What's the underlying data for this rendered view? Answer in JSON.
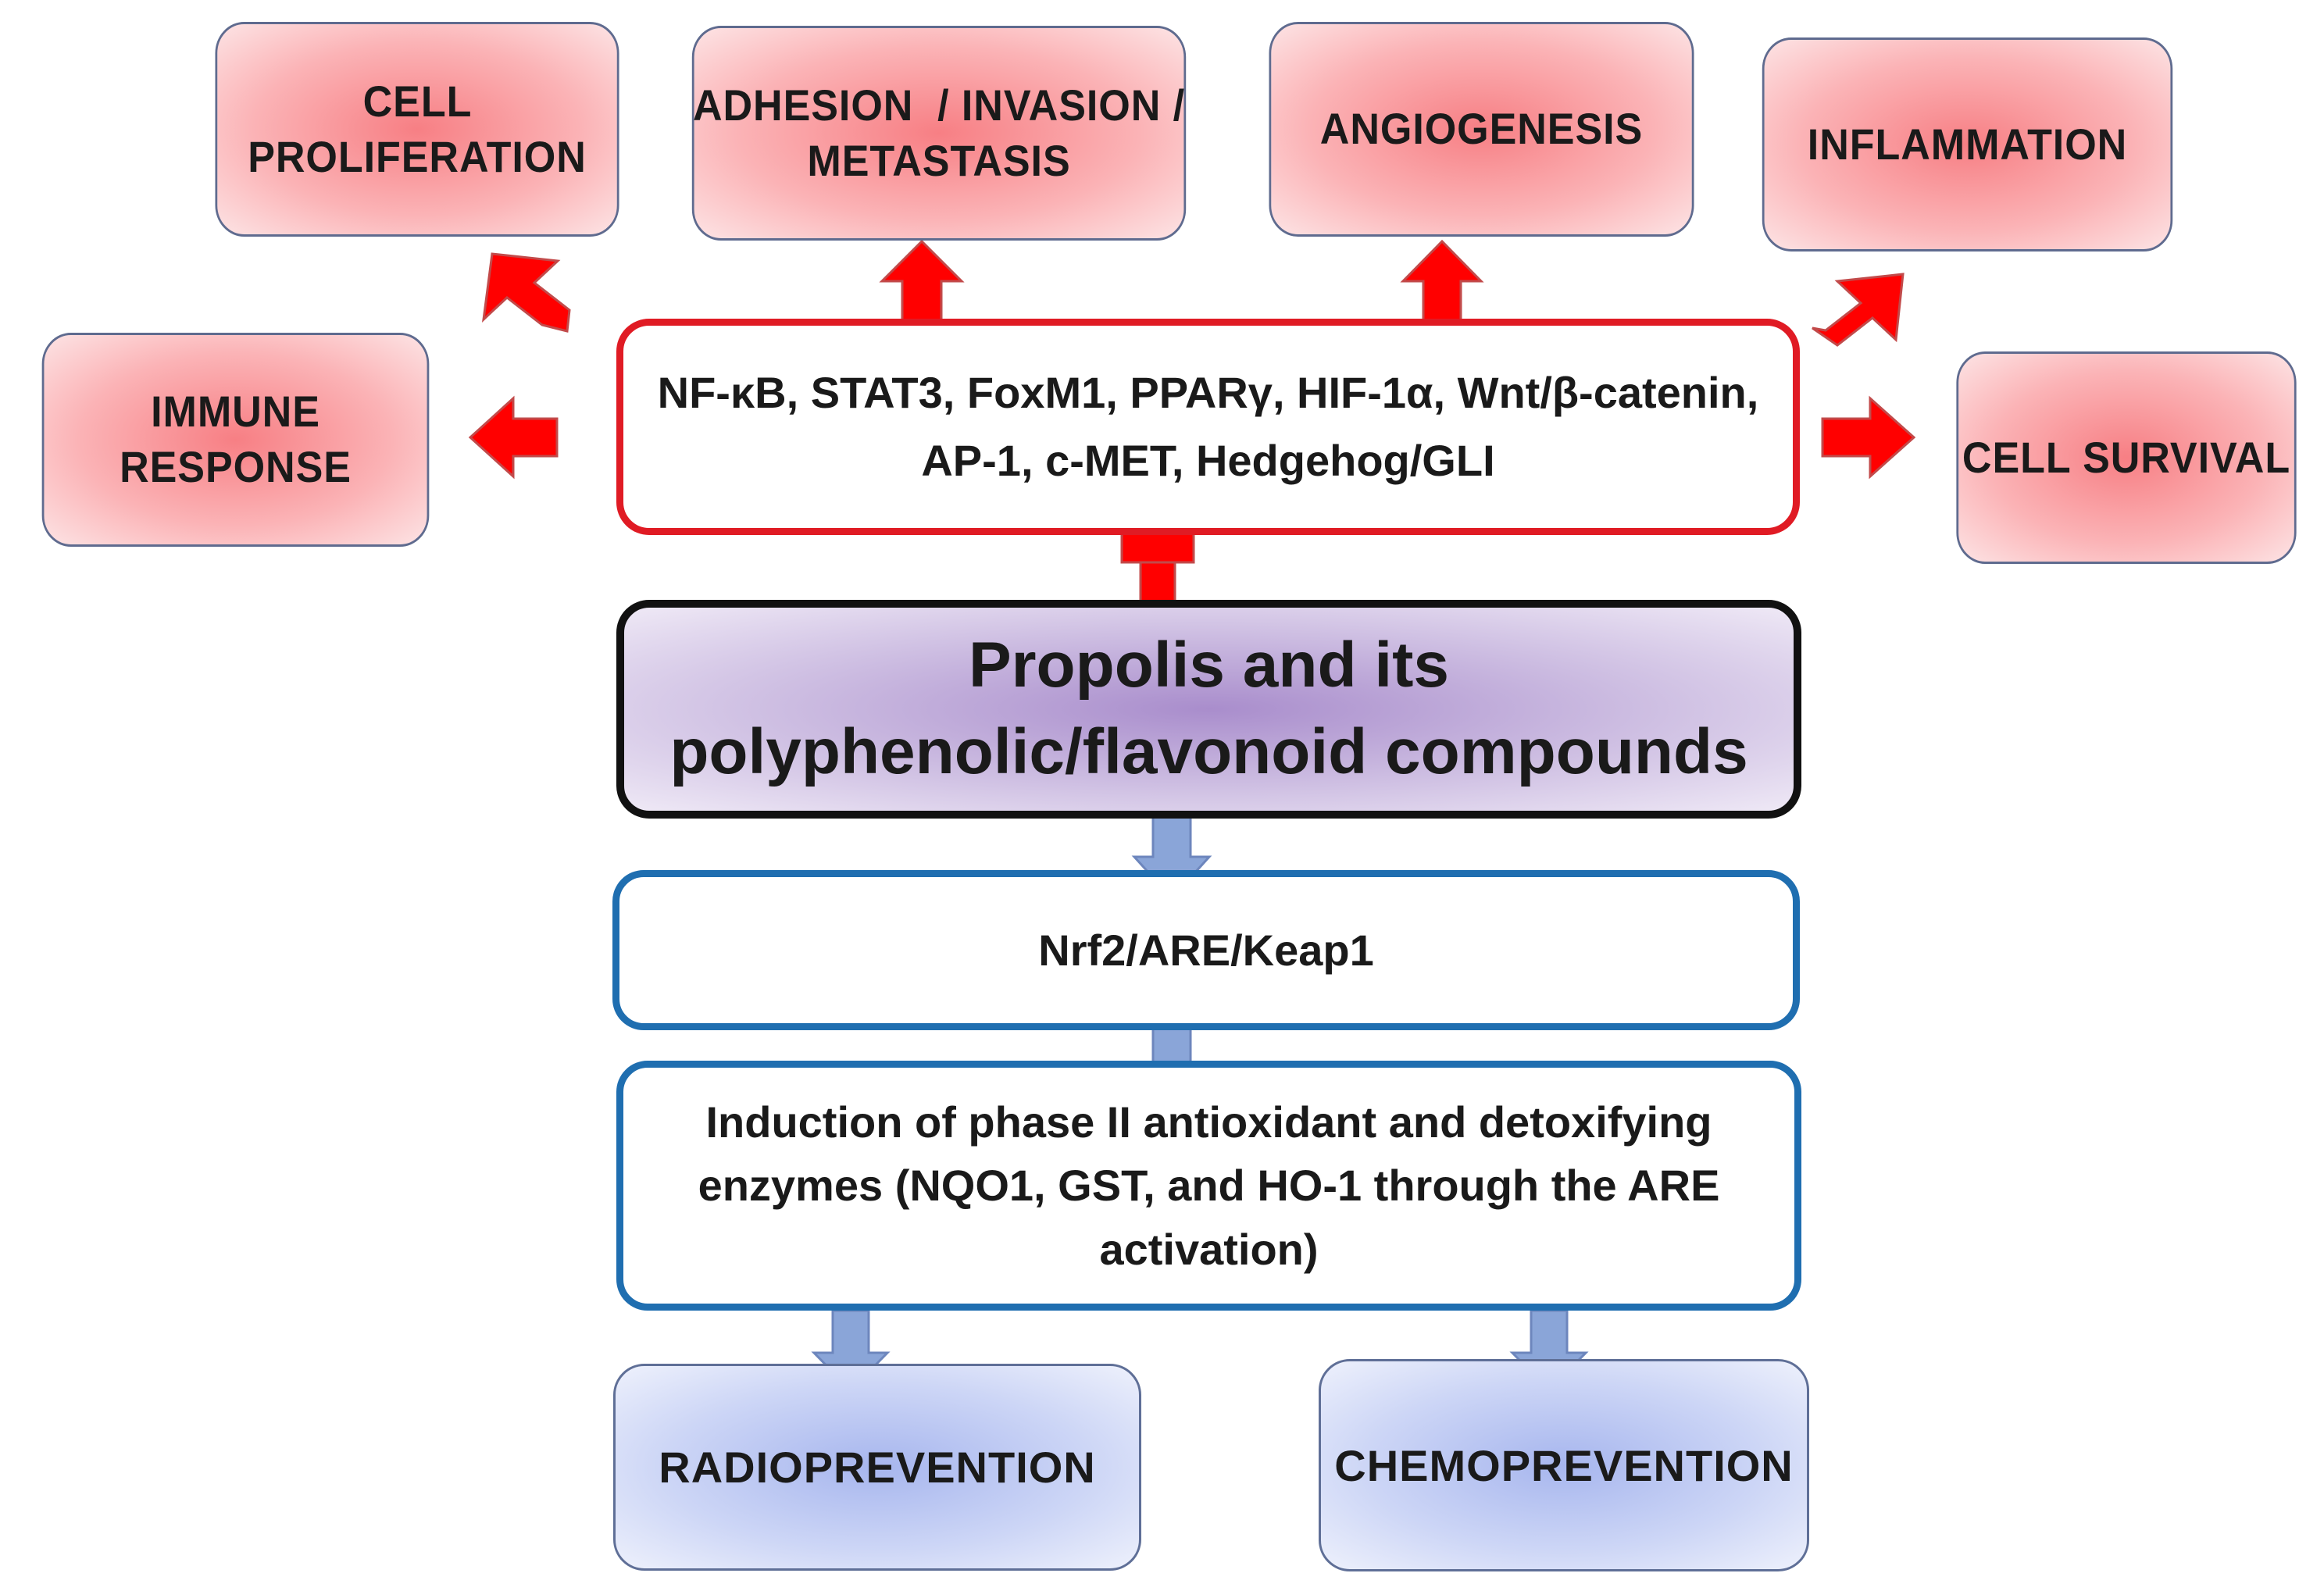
{
  "colors": {
    "activation_arrow": "#ff0000",
    "targets_border": "#e01b24",
    "pathway_border": "#1f6eb0",
    "flow_arrow": "#8aa5d8"
  },
  "effects": {
    "cell_proliferation": [
      "CELL",
      "PROLIFERATION"
    ],
    "adhesion": [
      "ADHESION  / INVASION /",
      "METASTASIS"
    ],
    "angiogenesis": [
      "ANGIOGENESIS"
    ],
    "inflammation": [
      "INFLAMMATION"
    ],
    "immune_response": [
      "IMMUNE",
      "RESPONSE"
    ],
    "cell_survival": [
      "CELL",
      "SURVIVAL"
    ]
  },
  "targets": {
    "lines": [
      "NF-κB, STAT3, FoxM1, PPARγ, HIF-1α,",
      "Wnt/β-catenin, AP-1, c-MET, Hedgehog/GLI"
    ]
  },
  "propolis": {
    "lines": [
      "Propolis and its polyphenolic/flavonoid",
      "compounds"
    ]
  },
  "nrf2": {
    "label": "Nrf2/ARE/Keap1"
  },
  "induction": {
    "lines": [
      "Induction of phase II antioxidant and detoxifying",
      "enzymes (NQO1, GST, and HO-1 through the ARE",
      "activation)"
    ]
  },
  "outcomes": {
    "radioprevention": "RADIOPREVENTION",
    "chemoprevention": "CHEMOPREVENTION"
  }
}
